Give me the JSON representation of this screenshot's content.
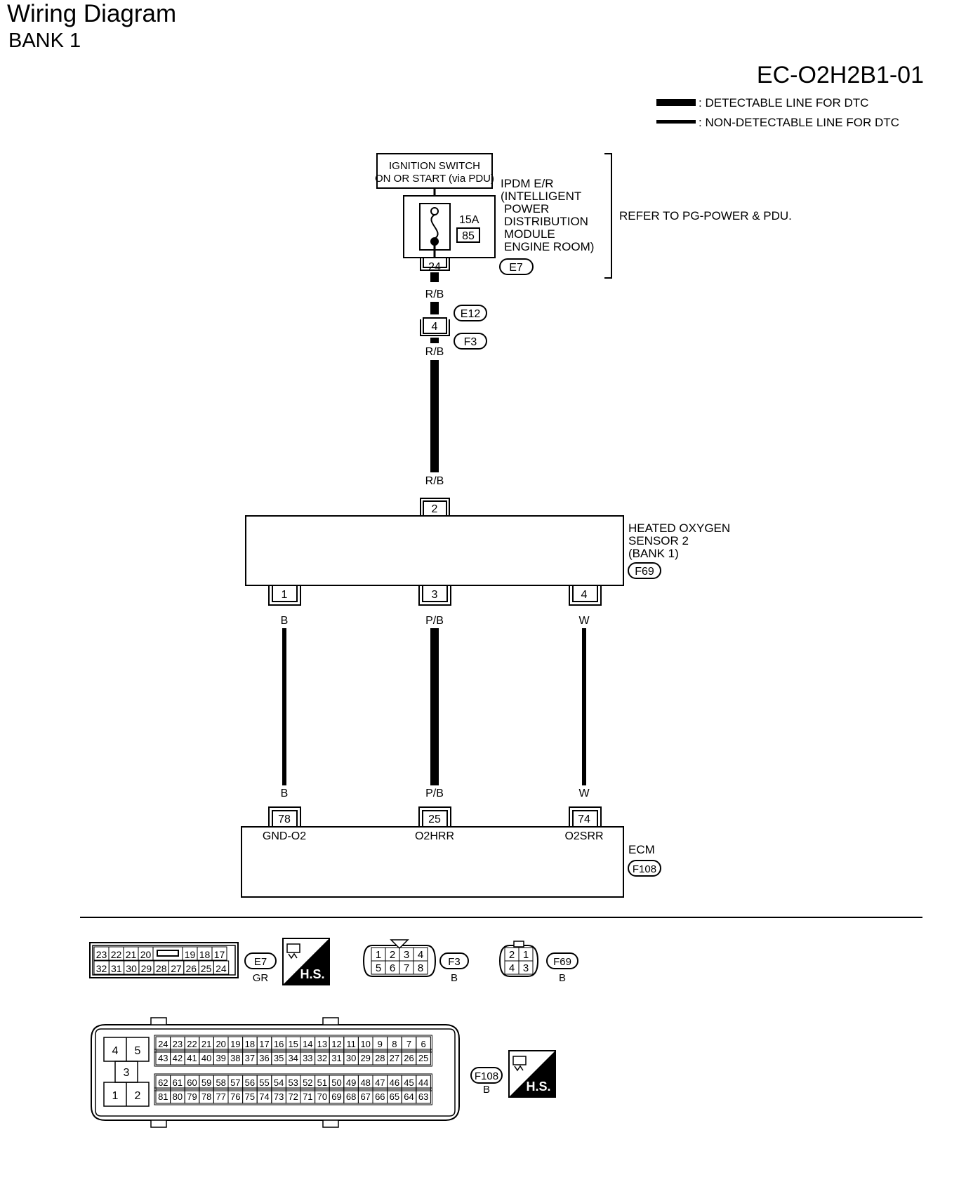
{
  "header": {
    "title": "Wiring Diagram",
    "subtitle": "BANK 1",
    "diagram_code": "EC-O2H2B1-01"
  },
  "legend": {
    "detectable": ": DETECTABLE LINE FOR DTC",
    "non_detectable": ": NON-DETECTABLE LINE FOR DTC"
  },
  "ignition": {
    "line1": "IGNITION SWITCH",
    "line2": "ON OR START (via PDU)"
  },
  "ipdm": {
    "lines": [
      "IPDM E/R",
      "(INTELLIGENT",
      "POWER",
      "DISTRIBUTION",
      "MODULE",
      "ENGINE ROOM)"
    ],
    "fuse_amp": "15A",
    "fuse_no": "85",
    "terminal": "24",
    "connector": "E7"
  },
  "refer_note": "REFER TO PG-POWER & PDU.",
  "wires": {
    "rb": "R/B",
    "b": "B",
    "pb": "P/B",
    "w": "W"
  },
  "joint": {
    "connector_top": "E12",
    "terminal": "4",
    "connector_bottom": "F3"
  },
  "sensor": {
    "lines": [
      "HEATED OXYGEN",
      "SENSOR 2",
      "(BANK 1)"
    ],
    "connector": "F69",
    "pin_top": "2",
    "pins_bottom": [
      "1",
      "3",
      "4"
    ]
  },
  "ecm": {
    "label": "ECM",
    "connector": "F108",
    "pins": [
      "78",
      "25",
      "74"
    ],
    "signals": [
      "GND-O2",
      "O2HRR",
      "O2SRR"
    ]
  },
  "connectors": {
    "e7": {
      "id": "E7",
      "color": "GR",
      "row1": [
        "23",
        "22",
        "21",
        "20",
        "",
        "19",
        "18",
        "17"
      ],
      "row2": [
        "32",
        "31",
        "30",
        "29",
        "28",
        "27",
        "26",
        "25",
        "24"
      ]
    },
    "f3": {
      "id": "F3",
      "color": "B",
      "row1": [
        "1",
        "2",
        "3",
        "4"
      ],
      "row2": [
        "5",
        "6",
        "7",
        "8"
      ]
    },
    "f69": {
      "id": "F69",
      "color": "B",
      "row1": [
        "2",
        "1"
      ],
      "row2": [
        "4",
        "3"
      ]
    },
    "f108": {
      "id": "F108",
      "color": "B",
      "side": [
        "4",
        "5",
        "3",
        "1",
        "2"
      ],
      "row1": [
        "24",
        "23",
        "22",
        "21",
        "20",
        "19",
        "18",
        "17",
        "16",
        "15",
        "14",
        "13",
        "12",
        "11",
        "10",
        "9",
        "8",
        "7",
        "6"
      ],
      "row2": [
        "43",
        "42",
        "41",
        "40",
        "39",
        "38",
        "37",
        "36",
        "35",
        "34",
        "33",
        "32",
        "31",
        "30",
        "29",
        "28",
        "27",
        "26",
        "25"
      ],
      "row3": [
        "62",
        "61",
        "60",
        "59",
        "58",
        "57",
        "56",
        "55",
        "54",
        "53",
        "52",
        "51",
        "50",
        "49",
        "48",
        "47",
        "46",
        "45",
        "44"
      ],
      "row4": [
        "81",
        "80",
        "79",
        "78",
        "77",
        "76",
        "75",
        "74",
        "73",
        "72",
        "71",
        "70",
        "69",
        "68",
        "67",
        "66",
        "65",
        "64",
        "63"
      ]
    },
    "hs_label": "H.S."
  }
}
